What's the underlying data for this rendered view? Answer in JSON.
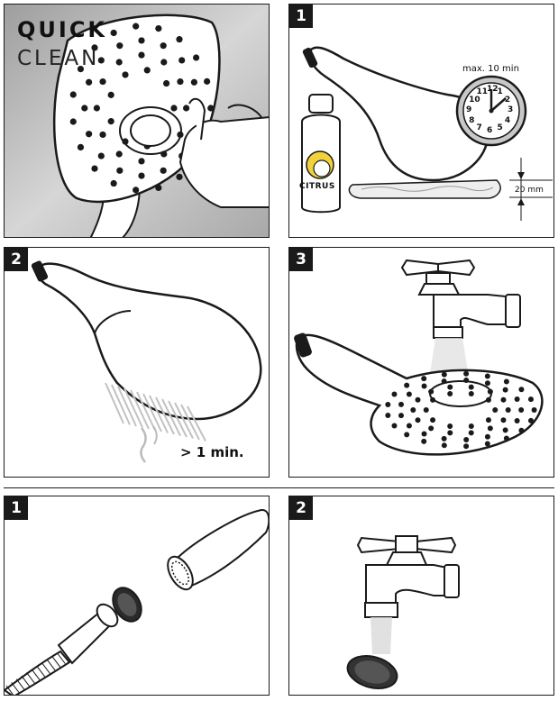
{
  "title": {
    "line1": "QUICK",
    "line2": "CLEAN"
  },
  "panels": {
    "step1": {
      "number": "1",
      "bottle_label": "CITRUS",
      "timer_label": "max. 10 min",
      "depth_label": "20 mm"
    },
    "step2": {
      "number": "2",
      "time_label": "> 1 min."
    },
    "step3": {
      "number": "3"
    },
    "filter1": {
      "number": "1"
    },
    "filter2": {
      "number": "2"
    }
  },
  "clock": {
    "numbers": [
      "12",
      "1",
      "2",
      "3",
      "4",
      "5",
      "6",
      "7",
      "8",
      "9",
      "10",
      "11"
    ]
  },
  "colors": {
    "ink": "#1a1a1a",
    "wall": "#bdbdbd",
    "mist": "#cfcfcf"
  }
}
